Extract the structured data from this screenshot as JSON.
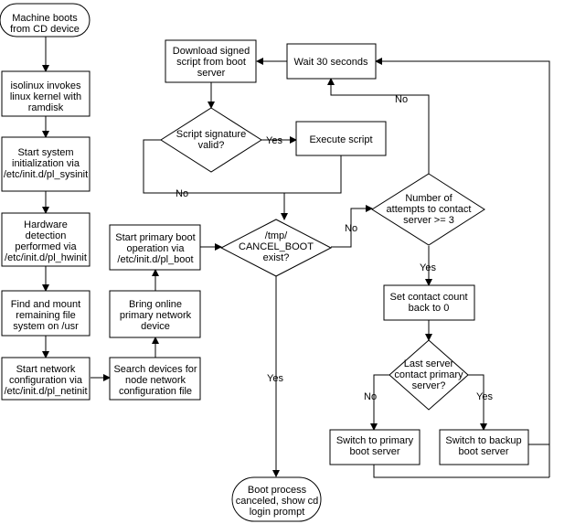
{
  "nodes": {
    "boot_cd": [
      "Machine boots",
      "from CD device"
    ],
    "isolinux": [
      "isolinux invokes",
      "linux kernel with",
      "ramdisk"
    ],
    "sysinit": [
      "Start system",
      "initialization via",
      "/etc/init.d/pl_sysinit"
    ],
    "hwinit": [
      "Hardware",
      "detection",
      "performed via",
      "/etc/init.d/pl_hwinit"
    ],
    "mount_usr": [
      "Find and mount",
      "remaining file",
      "system on /usr"
    ],
    "netinit": [
      "Start network",
      "configuration via",
      "/etc/init.d/pl_netinit"
    ],
    "search_devices": [
      "Search devices for",
      "node network",
      "configuration file"
    ],
    "bring_online": [
      "Bring online",
      "primary network",
      "device"
    ],
    "start_pl_boot": [
      "Start primary boot",
      "operation via",
      "/etc/init.d/pl_boot"
    ],
    "download_script": [
      "Download signed",
      "script from boot",
      "server"
    ],
    "wait_30": [
      "Wait 30 seconds"
    ],
    "sig_valid": [
      "Script signature",
      "valid?"
    ],
    "execute_script": [
      "Execute script"
    ],
    "cancel_boot": [
      "/tmp/",
      "CANCEL_BOOT",
      "exist?"
    ],
    "attempts": [
      "Number of",
      "attempts to contact",
      "server >= 3"
    ],
    "reset_count": [
      "Set contact count",
      "back to 0"
    ],
    "last_server": [
      "Last server",
      "contact primary",
      "server?"
    ],
    "switch_primary": [
      "Switch to primary",
      "boot server"
    ],
    "switch_backup": [
      "Switch to backup",
      "boot server"
    ],
    "canceled": [
      "Boot process",
      "canceled, show cd",
      "login prompt"
    ]
  },
  "edge_labels": {
    "sig_yes": "Yes",
    "sig_no": "No",
    "cancel_no": "No",
    "cancel_yes": "Yes",
    "attempts_no": "No",
    "attempts_yes": "Yes",
    "last_no": "No",
    "last_yes": "Yes"
  }
}
